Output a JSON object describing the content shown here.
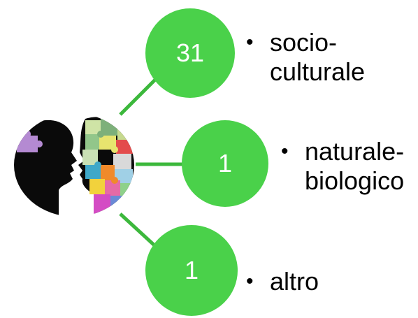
{
  "colors": {
    "circle_fill": "#4ad14a",
    "connector": "#3cb83c",
    "text": "#000000"
  },
  "items": [
    {
      "count": "31",
      "label_line1": "socio-",
      "label_line2": "culturale"
    },
    {
      "count": "1",
      "label_line1": "naturale-",
      "label_line2": "biologico"
    },
    {
      "count": "1",
      "label_line1": "altro",
      "label_line2": ""
    }
  ],
  "bullet": "•",
  "image": {
    "icon": "puzzle-head-silhouettes-icon"
  }
}
